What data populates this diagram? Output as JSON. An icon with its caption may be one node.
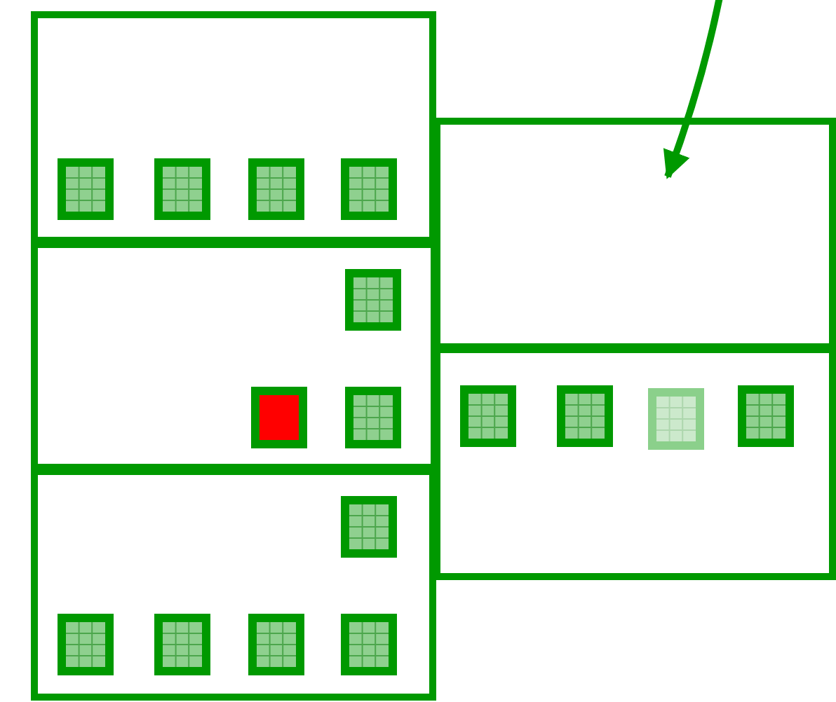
{
  "diagram": {
    "nodes": [
      {
        "text": [],
        "shape": "box"
      },
      {
        "text": [],
        "shape": "box"
      },
      {
        "text": [],
        "shape": "box"
      },
      {
        "text": [],
        "shape": "box"
      },
      {
        "text": [],
        "shape": "box"
      }
    ],
    "edges": [
      {
        "from": null,
        "to": 1,
        "arrow": "to"
      }
    ]
  }
}
